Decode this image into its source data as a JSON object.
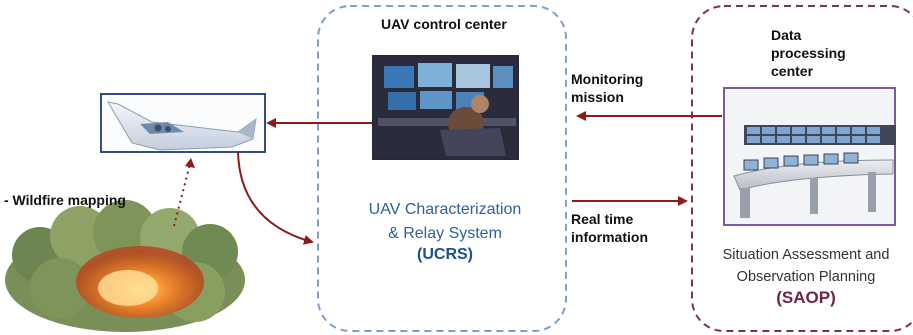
{
  "control_center": {
    "title": "UAV control center",
    "system_name": [
      "UAV Characterization",
      "& Relay System"
    ],
    "acronym": "(UCRS)"
  },
  "data_center": {
    "title": [
      "Data",
      "processing",
      "center"
    ],
    "system_name": [
      "Situation Assessment and",
      "Observation Planning"
    ],
    "acronym": "(SAOP)"
  },
  "flows": {
    "monitoring": [
      "Monitoring",
      "mission"
    ],
    "realtime": [
      "Real time",
      "information"
    ]
  },
  "task": "- Wildfire mapping",
  "colors": {
    "control_border": "#7f9ec8",
    "data_border": "#7a3550",
    "arrow": "#8b1c1c",
    "uav_frame": "#2f4d84",
    "screen_frame": "#27283b",
    "desk_frame": "#7a5aa0"
  }
}
